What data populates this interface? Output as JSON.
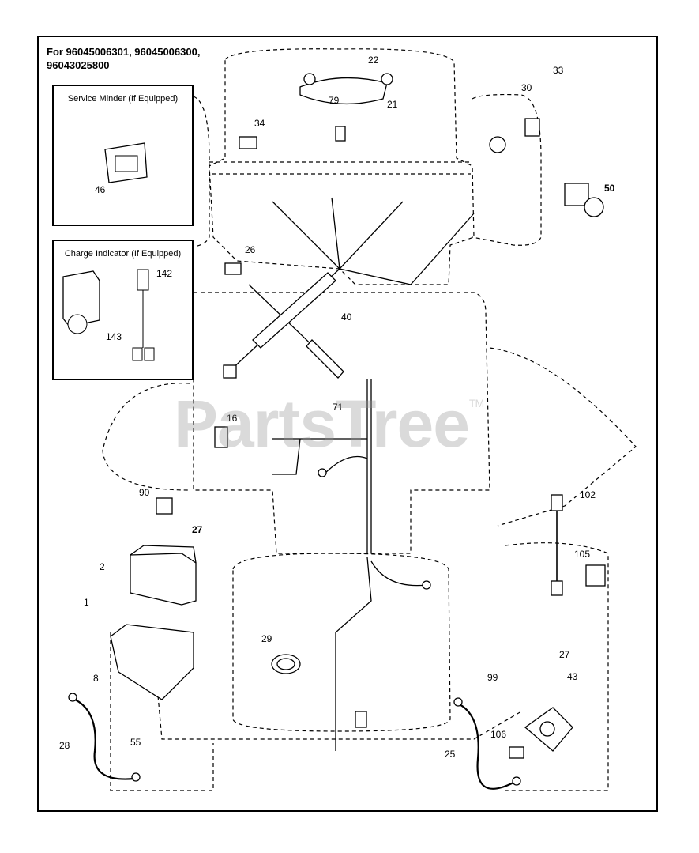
{
  "header": {
    "line1": "For 96045006301, 96045006300,",
    "line2": "96043025800"
  },
  "insets": {
    "service_minder": {
      "title": "Service Minder (If Equipped)",
      "part": "46"
    },
    "charge_indicator": {
      "title": "Charge Indicator (If Equipped)",
      "parts": [
        "142",
        "143"
      ]
    }
  },
  "watermark": {
    "text": "PartsTree",
    "tm": "TM"
  },
  "labels": {
    "p1": "1",
    "p2": "2",
    "p8": "8",
    "p16": "16",
    "p21": "21",
    "p22": "22",
    "p25": "25",
    "p26": "26",
    "p27a": "27",
    "p27b": "27",
    "p28": "28",
    "p29": "29",
    "p30": "30",
    "p33": "33",
    "p34": "34",
    "p40": "40",
    "p43": "43",
    "p50": "50",
    "p55": "55",
    "p71": "71",
    "p79": "79",
    "p90": "90",
    "p99": "99",
    "p102": "102",
    "p105": "105",
    "p106": "106"
  },
  "colors": {
    "line": "#000000",
    "background": "#ffffff",
    "watermark": "#969696"
  }
}
